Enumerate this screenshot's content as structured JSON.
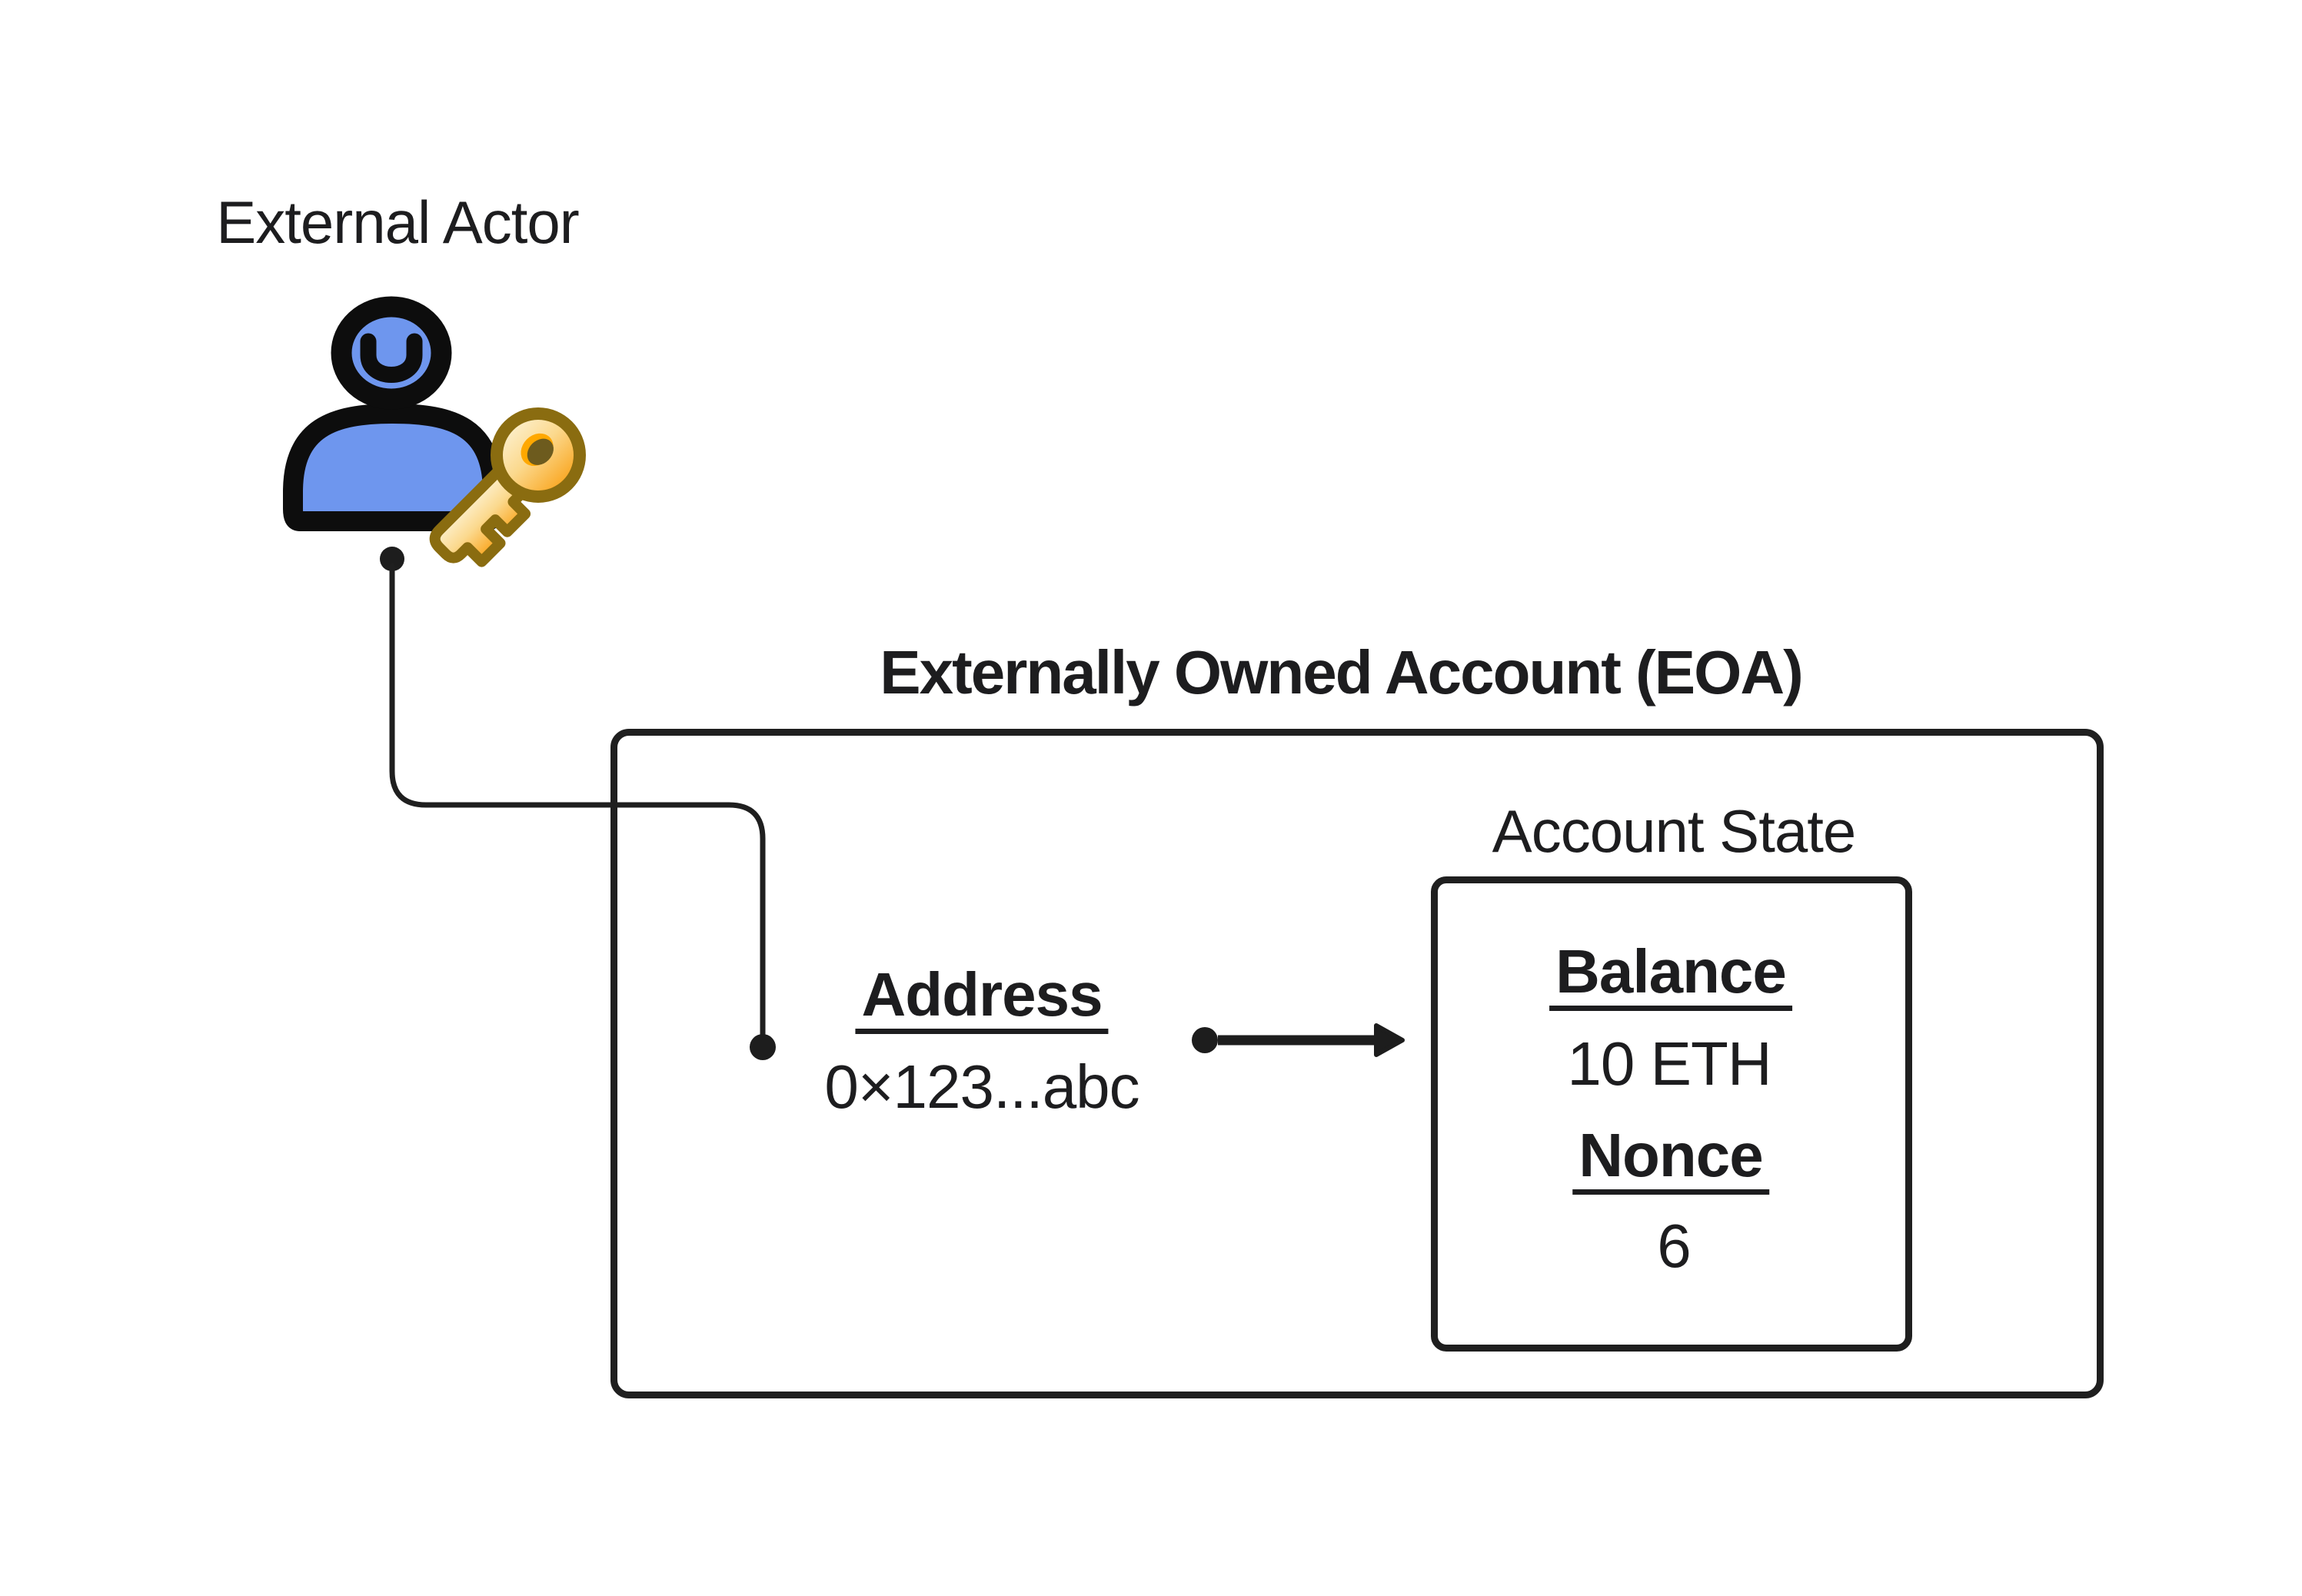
{
  "diagram": {
    "title": "Externally Owned Account (EOA) diagram",
    "external_actor": {
      "label": "External Actor",
      "icon": "person-with-key-icon"
    },
    "eoa": {
      "title": "Externally Owned Account (EOA)",
      "address": {
        "label": "Address",
        "value": "0×123...abc"
      },
      "account_state": {
        "label": "Account State",
        "fields": [
          {
            "label": "Balance",
            "value": "10 ETH"
          },
          {
            "label": "Nonce",
            "value": "6"
          }
        ]
      }
    },
    "icons": {
      "person": "person-icon",
      "key": "key-icon",
      "connector_dots": "endpoint-dot",
      "arrow": "right-arrow"
    },
    "colors": {
      "background": "#ffffff",
      "text": "#1d1d1f",
      "line": "#1f1f1f",
      "person_fill": "#6e96ee",
      "person_outline": "#0d0d0d",
      "key_outline": "#8a6c10",
      "key_fill_light": "#fdf0cd",
      "key_fill_dark": "#faa41c",
      "key_hole": "#6d5b1e",
      "key_hole_ring": "#ffa800"
    }
  }
}
